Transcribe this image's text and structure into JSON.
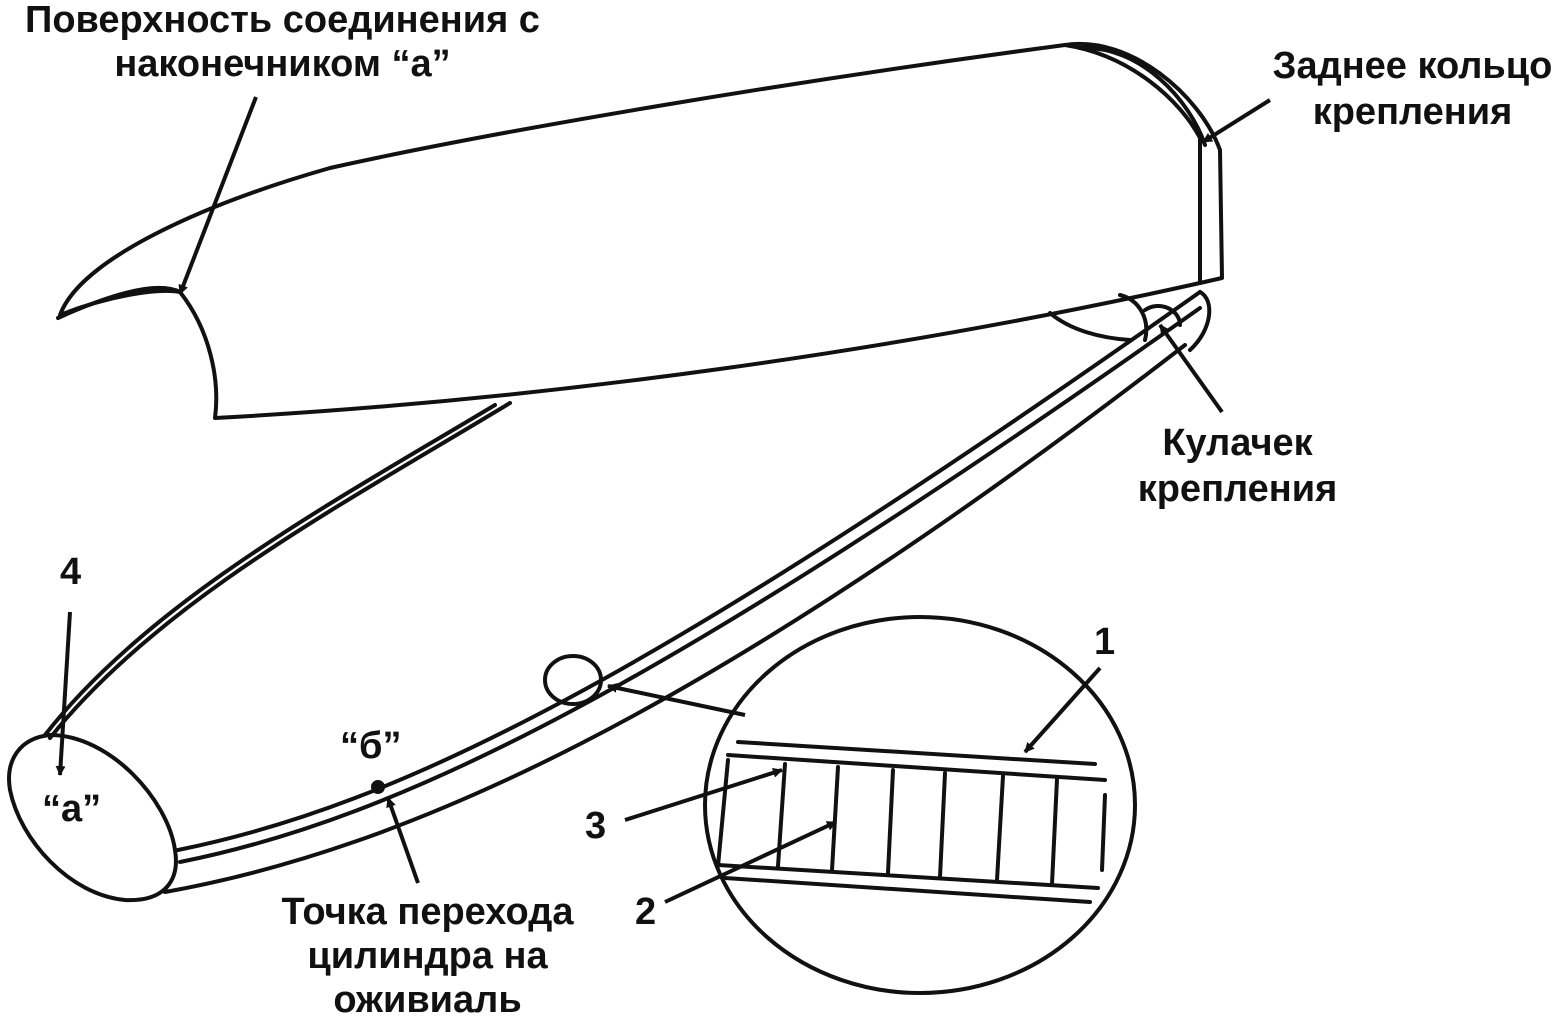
{
  "labels": {
    "surface_line1": "Поверхность соединения с",
    "surface_line2": "наконечником “а”",
    "rear_ring_line1": "Заднее кольцо",
    "rear_ring_line2": "крепления",
    "cam_line1": "Кулачек",
    "cam_line2": "крепления",
    "transition_line1": "Точка перехода",
    "transition_line2": "цилиндра на",
    "transition_line3": "оживиаль",
    "point_a": "“а”",
    "point_b": "“б”",
    "num_1": "1",
    "num_2": "2",
    "num_3": "3",
    "num_4": "4"
  },
  "colors": {
    "ink": "#111111",
    "background": "#ffffff"
  }
}
